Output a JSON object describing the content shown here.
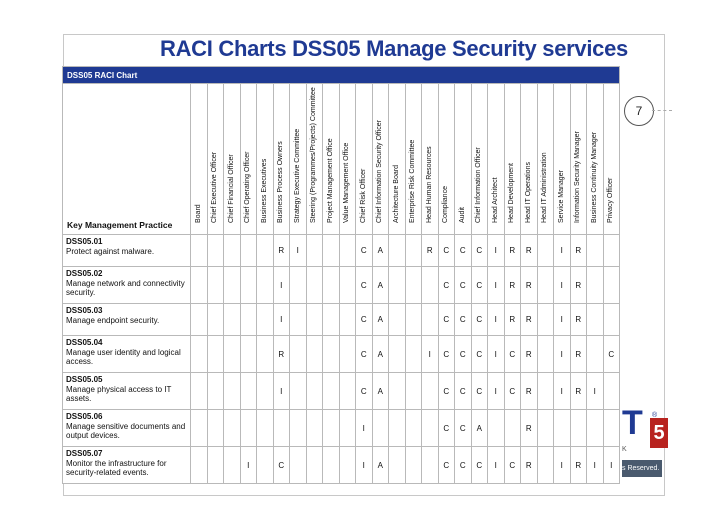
{
  "title": "RACI Charts DSS05 Manage Security services",
  "page_number": "7",
  "chart_heading": "DSS05 RACI Chart",
  "key_practice_header": "Key Management Practice",
  "roles": [
    "Board",
    "Chief Executive Officer",
    "Chief Financial Officer",
    "Chief Operating Officer",
    "Business Executives",
    "Business Process Owners",
    "Strategy Executive Committee",
    "Steering (Programmes/Projects) Committee",
    "Project Management Office",
    "Value Management Office",
    "Chief Risk Officer",
    "Chief Information Security Officer",
    "Architecture Board",
    "Enterprise Risk Committee",
    "Head Human Resources",
    "Compliance",
    "Audit",
    "Chief Information Officer",
    "Head Architect",
    "Head Development",
    "Head IT Operations",
    "Head IT Administration",
    "Service Manager",
    "Information Security Manager",
    "Business Continuity Manager",
    "Privacy Officer"
  ],
  "practices": [
    {
      "id": "DSS05.01",
      "name": "Protect against malware.",
      "values": [
        "",
        "",
        "",
        "",
        "",
        "R",
        "I",
        "",
        "",
        "",
        "C",
        "A",
        "",
        "",
        "R",
        "C",
        "C",
        "C",
        "I",
        "R",
        "R",
        "",
        "I",
        "R",
        "",
        ""
      ]
    },
    {
      "id": "DSS05.02",
      "name": "Manage network and connectivity security.",
      "values": [
        "",
        "",
        "",
        "",
        "",
        "I",
        "",
        "",
        "",
        "",
        "C",
        "A",
        "",
        "",
        "",
        "C",
        "C",
        "C",
        "I",
        "R",
        "R",
        "",
        "I",
        "R",
        "",
        ""
      ]
    },
    {
      "id": "DSS05.03",
      "name": "Manage endpoint security.",
      "values": [
        "",
        "",
        "",
        "",
        "",
        "I",
        "",
        "",
        "",
        "",
        "C",
        "A",
        "",
        "",
        "",
        "C",
        "C",
        "C",
        "I",
        "R",
        "R",
        "",
        "I",
        "R",
        "",
        ""
      ]
    },
    {
      "id": "DSS05.04",
      "name": "Manage user identity and logical access.",
      "values": [
        "",
        "",
        "",
        "",
        "",
        "R",
        "",
        "",
        "",
        "",
        "C",
        "A",
        "",
        "",
        "I",
        "C",
        "C",
        "C",
        "I",
        "C",
        "R",
        "",
        "I",
        "R",
        "",
        "C"
      ]
    },
    {
      "id": "DSS05.05",
      "name": "Manage physical access to IT assets.",
      "values": [
        "",
        "",
        "",
        "",
        "",
        "I",
        "",
        "",
        "",
        "",
        "C",
        "A",
        "",
        "",
        "",
        "C",
        "C",
        "C",
        "I",
        "C",
        "R",
        "",
        "I",
        "R",
        "I",
        ""
      ]
    },
    {
      "id": "DSS05.06",
      "name": "Manage sensitive documents and output devices.",
      "values": [
        "",
        "",
        "",
        "",
        "",
        "",
        "",
        "",
        "",
        "",
        "I",
        "",
        "",
        "",
        "",
        "C",
        "C",
        "A",
        "",
        "",
        "R",
        "",
        "",
        "",
        "",
        ""
      ]
    },
    {
      "id": "DSS05.07",
      "name": "Monitor the infrastructure for security-related events.",
      "values": [
        "",
        "",
        "",
        "I",
        "",
        "C",
        "",
        "",
        "",
        "",
        "I",
        "A",
        "",
        "",
        "",
        "C",
        "C",
        "C",
        "I",
        "C",
        "R",
        "",
        "I",
        "R",
        "I",
        "I"
      ]
    }
  ],
  "logo": {
    "mark": "T",
    "five": "5",
    "registered": "®",
    "tail": "K"
  },
  "footer_text": "s Reserved."
}
